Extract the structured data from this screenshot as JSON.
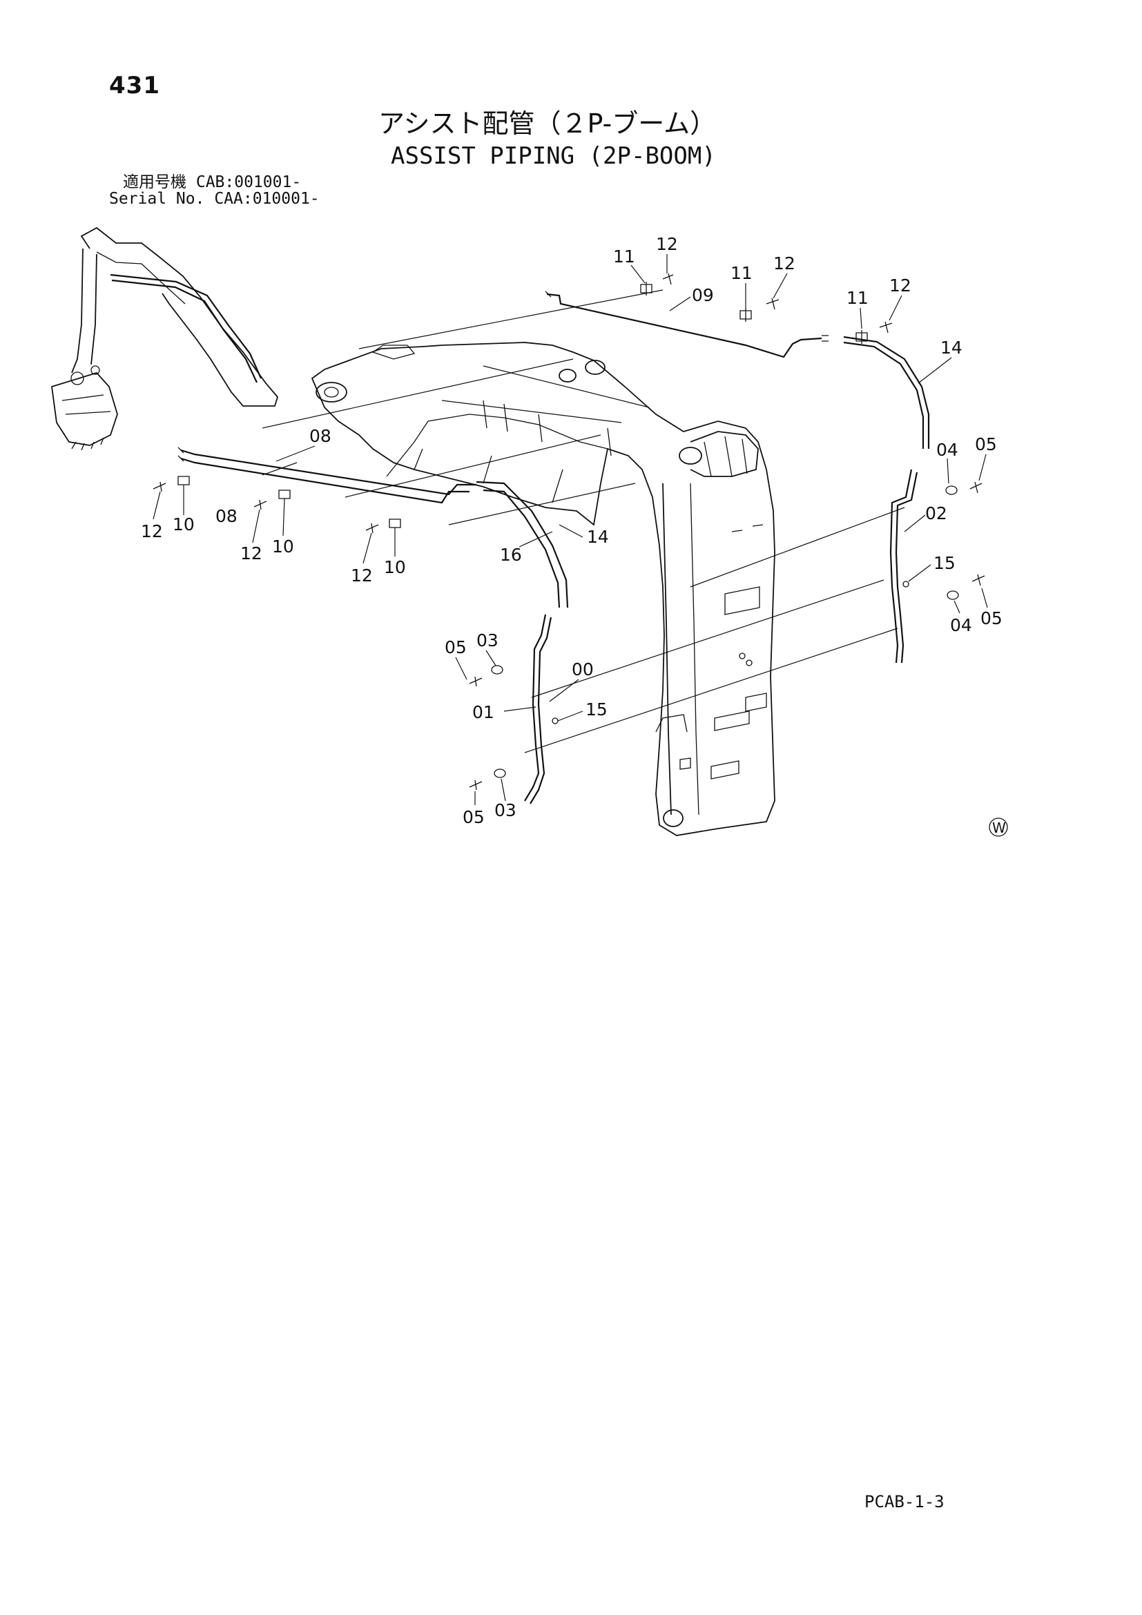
{
  "page": {
    "number": "431",
    "title_jp": "アシスト配管（２P-ブーム）",
    "title_en": "ASSIST PIPING (2P-BOOM)",
    "serial_line_1": "適用号機 CAB:001001-",
    "serial_line_2": "Serial No. CAA:010001-",
    "footer_code": "PCAB-1-3",
    "mark_symbol": "W"
  },
  "callouts": [
    "11",
    "12",
    "09",
    "11",
    "12",
    "11",
    "12",
    "14",
    "08",
    "08",
    "12",
    "10",
    "12",
    "10",
    "12",
    "10",
    "16",
    "14",
    "04",
    "05",
    "02",
    "15",
    "04",
    "05",
    "05",
    "03",
    "00",
    "01",
    "15",
    "05",
    "03"
  ]
}
